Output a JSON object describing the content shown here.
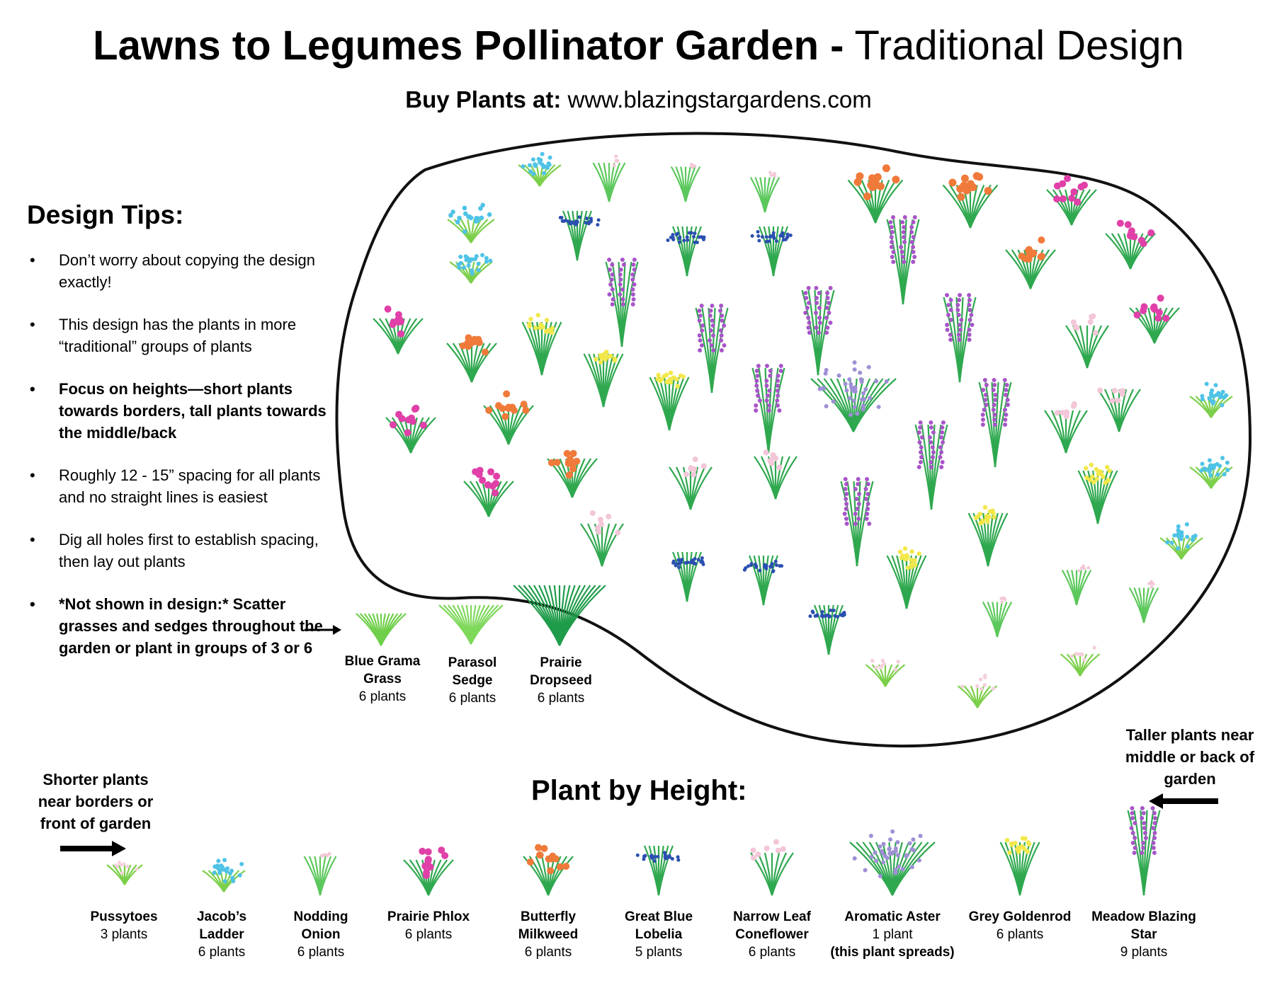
{
  "header": {
    "title_bold": "Lawns to Legumes Pollinator Garden -",
    "title_light": "Traditional Design",
    "buy_label": "Buy Plants at:",
    "buy_url": "www.blazingstargardens.com"
  },
  "design_tips": {
    "heading": "Design Tips:",
    "items": [
      "Don’t worry about copying the design exactly!",
      "This design has the plants in more “traditional” groups of plants",
      "Focus on heights—short plants towards borders, tall plants towards the middle/back",
      "Roughly 12 - 15” spacing for all plants and no straight lines is easiest",
      "Dig all holes first to establish spacing, then lay out plants",
      "*Not shown in design:* Scatter grasses and sedges throughout the garden or plant in groups of 3 or 6"
    ]
  },
  "grasses": [
    {
      "name": "Blue Grama Grass",
      "count": "6 plants"
    },
    {
      "name": "Parasol Sedge",
      "count": "6 plants"
    },
    {
      "name": "Prairie Dropseed",
      "count": "6 plants"
    }
  ],
  "height_section": {
    "heading": "Plant by Height:",
    "shorter_note": "Shorter plants near borders or front of garden",
    "taller_note": "Taller plants near middle or back of garden",
    "plants": [
      {
        "name": "Pussytoes",
        "count": "3 plants",
        "extra": ""
      },
      {
        "name": "Jacob’s Ladder",
        "count": "6 plants",
        "extra": ""
      },
      {
        "name": "Nodding Onion",
        "count": "6 plants",
        "extra": ""
      },
      {
        "name": "Prairie Phlox",
        "count": "6 plants",
        "extra": ""
      },
      {
        "name": "Butterfly Milkweed",
        "count": "6 plants",
        "extra": ""
      },
      {
        "name": "Great Blue Lobelia",
        "count": "5 plants",
        "extra": ""
      },
      {
        "name": "Narrow Leaf Coneflower",
        "count": "6 plants",
        "extra": ""
      },
      {
        "name": "Aromatic Aster",
        "count": "1 plant",
        "extra": "(this plant spreads)"
      },
      {
        "name": "Grey Goldenrod",
        "count": "6 plants",
        "extra": ""
      },
      {
        "name": "Meadow Blazing Star",
        "count": "9 plants",
        "extra": ""
      }
    ]
  },
  "colors": {
    "stem_green": "#2fa84f",
    "phlox_pink": "#e040a8",
    "milkweed_orange": "#f07a3a",
    "lobelia_blue": "#2b4fb0",
    "blazing_purple": "#a855c8",
    "goldenrod_yellow": "#f2e84a",
    "jacobs_blue": "#4fc3e6",
    "aster_lavender": "#9f8fd6",
    "coneflower_pink": "#f3c6d8"
  }
}
